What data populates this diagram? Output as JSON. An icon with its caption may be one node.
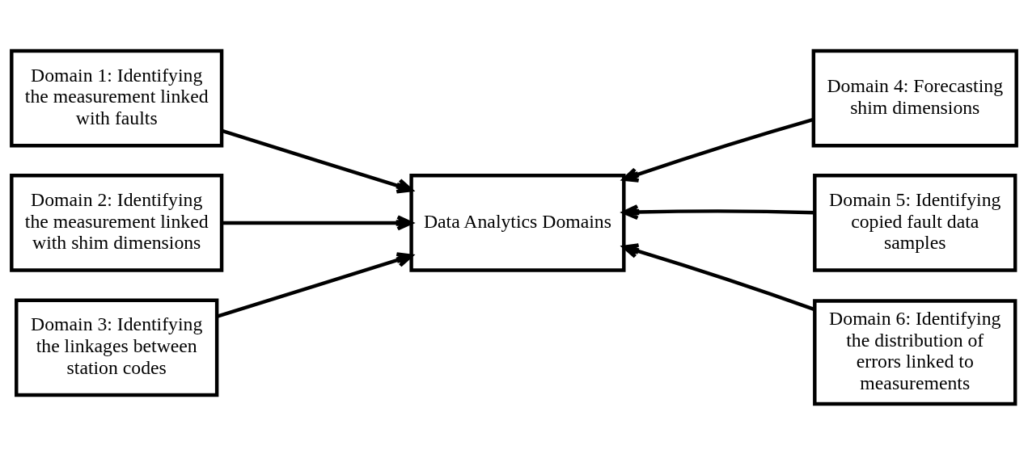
{
  "diagram": {
    "nodes": [
      {
        "text": [
          "Domain 1: Identifying the measurement linked with faults"
        ]
      },
      {
        "text": [
          "Domain 2: Identifying the measurement linked with shim dimensions"
        ]
      },
      {
        "text": [
          "Domain 3: Identifying the linkages between station codes"
        ]
      },
      {
        "text": [
          "Data Analytics Domains"
        ]
      },
      {
        "text": [
          "Domain 4: Forecasting shim dimensions"
        ]
      },
      {
        "text": [
          "Domain 5: Identifying copied fault data samples"
        ]
      },
      {
        "text": [
          "Domain 6: Identifying the distribution of errors linked to measurements"
        ]
      }
    ],
    "edges": [
      {
        "from": 0,
        "to": 3,
        "arrow": "to"
      },
      {
        "from": 1,
        "to": 3,
        "arrow": "to"
      },
      {
        "from": 2,
        "to": 3,
        "arrow": "to"
      },
      {
        "from": 4,
        "to": 3,
        "arrow": "to"
      },
      {
        "from": 5,
        "to": 3,
        "arrow": "to"
      },
      {
        "from": 6,
        "to": 3,
        "arrow": "to"
      }
    ]
  }
}
